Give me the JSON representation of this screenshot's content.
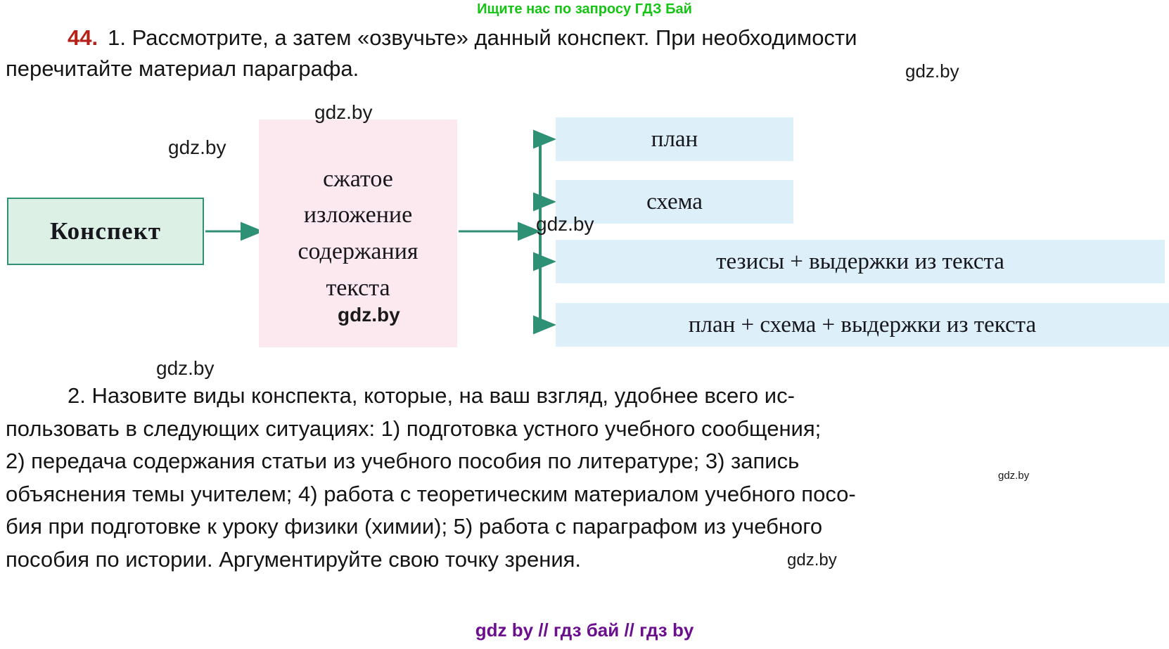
{
  "promo": {
    "text": "Ищите нас по запросу ГДЗ Бай",
    "color": "#16c416"
  },
  "task": {
    "number": "44.",
    "number_color": "#b52118",
    "line1": "1. Рассмотрите, а затем «озвучьте» данный конспект. При необходимости",
    "line2": "перечитайте материал параграфа."
  },
  "diagram": {
    "type": "flow",
    "root": {
      "label": "Конспект",
      "fill": "#dcf0e6",
      "border": "#2e9175"
    },
    "middle": {
      "fill": "#fce8ef",
      "lines": [
        "сжатое",
        "изложение",
        "содержания",
        "текста"
      ]
    },
    "arrow_color": "#2e9175",
    "leaves": [
      {
        "label": "план",
        "fill": "#ddeff9"
      },
      {
        "label": "схема",
        "fill": "#ddeff9"
      },
      {
        "label": "тезисы + выдержки из текста",
        "fill": "#ddeff9"
      },
      {
        "label": "план + схема + выдержки из текста",
        "fill": "#ddeff9"
      }
    ]
  },
  "watermarks": {
    "w1": "gdz.by",
    "w2": "gdz.by",
    "w3": "gdz.by",
    "w4": "gdz.by",
    "w5": "gdz.by",
    "w6": "gdz.by",
    "w7": "gdz.by",
    "w8": "gdz.by"
  },
  "body": {
    "line1": "2. Назовите виды конспекта, которые, на ваш взгляд, удобнее всего ис-",
    "line2": "пользовать в следующих ситуациях: 1) подготовка устного учебного сообщения;",
    "line3": "2) передача содержания статьи из учебного пособия по литературе; 3) запись",
    "line4": "объяснения темы учителем; 4) работа с теоретическим материалом учебного посо-",
    "line5": "бия при подготовке к уроку физики (химии); 5) работа с параграфом из учебного",
    "line6": "пособия по истории. Аргументируйте свою точку зрения."
  },
  "footer": {
    "text": "gdz by  //  гдз бай  //  гдз by",
    "color": "#6b0f8f"
  }
}
